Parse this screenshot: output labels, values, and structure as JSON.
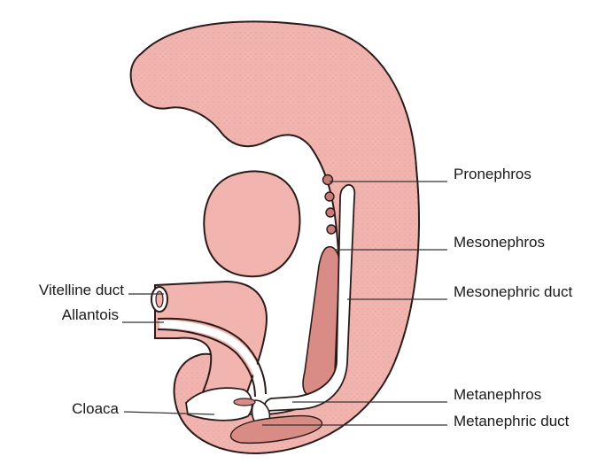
{
  "labels": {
    "pronephros": "Pronephros",
    "mesonephros": "Mesonephros",
    "mesonephric_duct": "Mesonephric duct",
    "vitelline_duct": "Vitelline duct",
    "allantois": "Allantois",
    "cloaca": "Cloaca",
    "metanephros": "Metanephros",
    "metanephric_duct": "Metanephric duct"
  },
  "colors": {
    "tissue": "#f2b4ae",
    "tissue_dark": "#d98c86",
    "outline": "#2a1a1a",
    "leader": "#333333"
  }
}
